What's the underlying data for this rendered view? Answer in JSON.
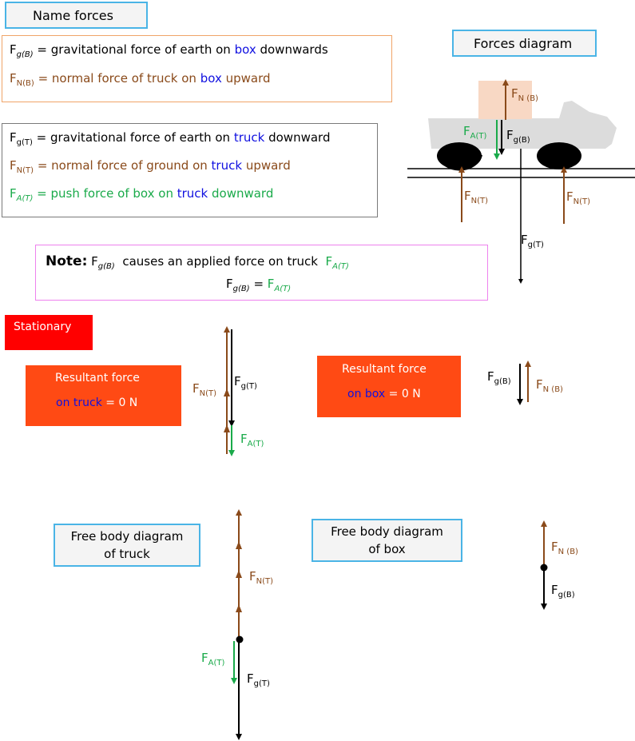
{
  "colors": {
    "brown": "#8a4a1a",
    "green": "#1aaa4a",
    "blue": "#1010e0",
    "red": "#ff0000",
    "orange_red": "#ff4a14",
    "cyan_border": "#4ab4e6",
    "orange_border": "#f0a468",
    "gray_border": "#7a7a7a",
    "pink_border": "#ee82ee",
    "truck_gray": "#dcdcdc",
    "box_peach": "#f8d8c4"
  },
  "titles": {
    "name_forces": "Name forces",
    "forces_diagram": "Forces diagram",
    "stationary": "Stationary",
    "fbd_truck_line1": "Free body diagram",
    "fbd_truck_line2": "of truck",
    "fbd_box_line1": "Free body diagram",
    "fbd_box_line2": "of box"
  },
  "box_forces": {
    "gB": {
      "sym": "F",
      "sub": "g(B)",
      "text_pre": " = gravitational force of earth on ",
      "word": "box",
      "text_post": " downwards"
    },
    "NB": {
      "sym": "F",
      "sub": "N(B)",
      "text_pre": " = normal force of truck on ",
      "word": "box",
      "text_post": " upward"
    }
  },
  "truck_forces": {
    "gT": {
      "sym": "F",
      "sub": "g(T)",
      "text_pre": " = gravitational force of earth on ",
      "word": "truck",
      "text_post": " downward"
    },
    "NT": {
      "sym": "F",
      "sub": "N(T)",
      "text_pre": " = normal force of ground on ",
      "word": "truck",
      "text_post": " upward"
    },
    "AT": {
      "sym": "F",
      "sub": "A(T)",
      "text_pre": " = push force of box on ",
      "word": "truck",
      "text_post": " downward"
    }
  },
  "note": {
    "label": "Note:",
    "line1_pre": "causes an applied force on truck",
    "equals": "="
  },
  "resultant_truck": {
    "line1": "Resultant force",
    "line2_word": "on truck",
    "line2_rest": " = 0 N"
  },
  "resultant_box": {
    "line1": "Resultant force",
    "line2_word": "on box",
    "line2_rest": " = 0 N"
  },
  "symbols": {
    "F": "F",
    "gB": "g(B)",
    "gT": "g(T)",
    "NB_spaced": "N (B)",
    "NT": "N(T)",
    "AT": "A(T)"
  }
}
